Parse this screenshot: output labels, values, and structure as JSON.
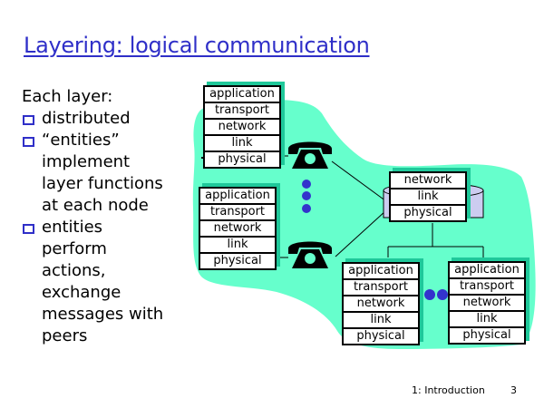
{
  "title": "Layering: logical communication",
  "bullets": {
    "lead": "Each layer:",
    "items": [
      {
        "lines": [
          "distributed"
        ]
      },
      {
        "lines": [
          "“entities”",
          "implement",
          "layer functions",
          "at each node"
        ]
      },
      {
        "lines": [
          "entities",
          "perform",
          "actions,",
          "exchange",
          "messages with",
          "peers"
        ]
      }
    ]
  },
  "diagram": {
    "colors": {
      "cloud": "#66ffcc",
      "stack_shadow": "#1fc89a",
      "dots": "#3333cc",
      "router": "#ccccf0"
    },
    "stacks": {
      "host_top": [
        "application",
        "transport",
        "network",
        "link",
        "physical"
      ],
      "host_mid": [
        "application",
        "transport",
        "network",
        "link",
        "physical"
      ],
      "router": [
        "network",
        "link",
        "physical"
      ],
      "host_bottom_left": [
        "application",
        "transport",
        "network",
        "link",
        "physical"
      ],
      "host_bottom_right": [
        "application",
        "transport",
        "network",
        "link",
        "physical"
      ]
    },
    "icons": [
      "telephone-icon",
      "telephone-icon",
      "ellipsis-dots-icon",
      "ellipsis-dots-icon",
      "router-icon"
    ]
  },
  "footer": {
    "label": "1: Introduction",
    "page": "3"
  }
}
